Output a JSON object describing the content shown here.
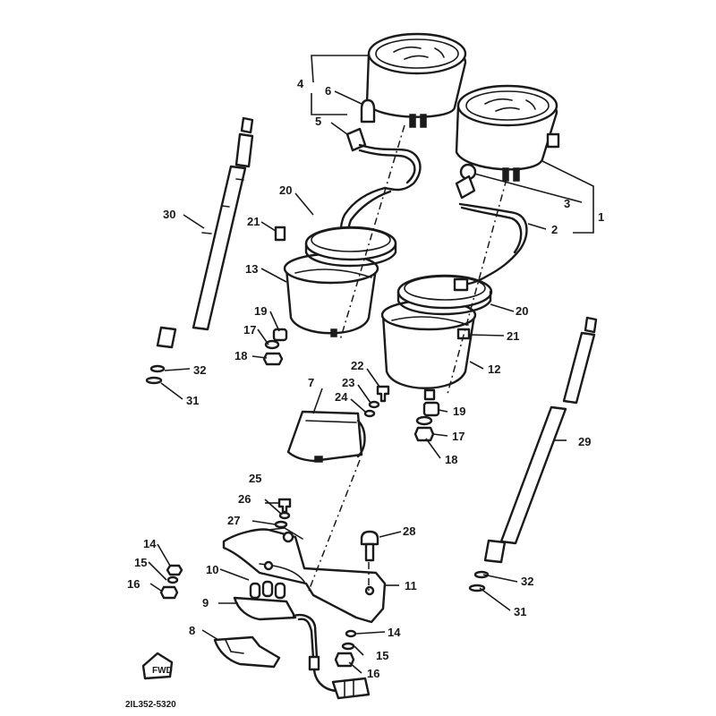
{
  "diagram": {
    "code": "2IL352-5320",
    "callouts": [
      {
        "id": "c1",
        "label": "1"
      },
      {
        "id": "c2",
        "label": "2"
      },
      {
        "id": "c3",
        "label": "3"
      },
      {
        "id": "c4",
        "label": "4"
      },
      {
        "id": "c5",
        "label": "5"
      },
      {
        "id": "c6",
        "label": "6"
      },
      {
        "id": "c7",
        "label": "7"
      },
      {
        "id": "c8",
        "label": "8"
      },
      {
        "id": "c9",
        "label": "9"
      },
      {
        "id": "c10",
        "label": "10"
      },
      {
        "id": "c11",
        "label": "11"
      },
      {
        "id": "c12",
        "label": "12"
      },
      {
        "id": "c13",
        "label": "13"
      },
      {
        "id": "c14a",
        "label": "14"
      },
      {
        "id": "c14b",
        "label": "14"
      },
      {
        "id": "c15a",
        "label": "15"
      },
      {
        "id": "c15b",
        "label": "15"
      },
      {
        "id": "c16a",
        "label": "16"
      },
      {
        "id": "c16b",
        "label": "16"
      },
      {
        "id": "c17a",
        "label": "17"
      },
      {
        "id": "c17b",
        "label": "17"
      },
      {
        "id": "c18a",
        "label": "18"
      },
      {
        "id": "c18b",
        "label": "18"
      },
      {
        "id": "c19a",
        "label": "19"
      },
      {
        "id": "c19b",
        "label": "19"
      },
      {
        "id": "c20a",
        "label": "20"
      },
      {
        "id": "c20b",
        "label": "20"
      },
      {
        "id": "c21a",
        "label": "21"
      },
      {
        "id": "c21b",
        "label": "21"
      },
      {
        "id": "c22",
        "label": "22"
      },
      {
        "id": "c23",
        "label": "23"
      },
      {
        "id": "c24",
        "label": "24"
      },
      {
        "id": "c25",
        "label": "25"
      },
      {
        "id": "c26",
        "label": "26"
      },
      {
        "id": "c27",
        "label": "27"
      },
      {
        "id": "c28",
        "label": "28"
      },
      {
        "id": "c29",
        "label": "29"
      },
      {
        "id": "c30",
        "label": "30"
      },
      {
        "id": "c31a",
        "label": "31"
      },
      {
        "id": "c31b",
        "label": "31"
      },
      {
        "id": "c32a",
        "label": "32"
      },
      {
        "id": "c32b",
        "label": "32"
      }
    ]
  }
}
